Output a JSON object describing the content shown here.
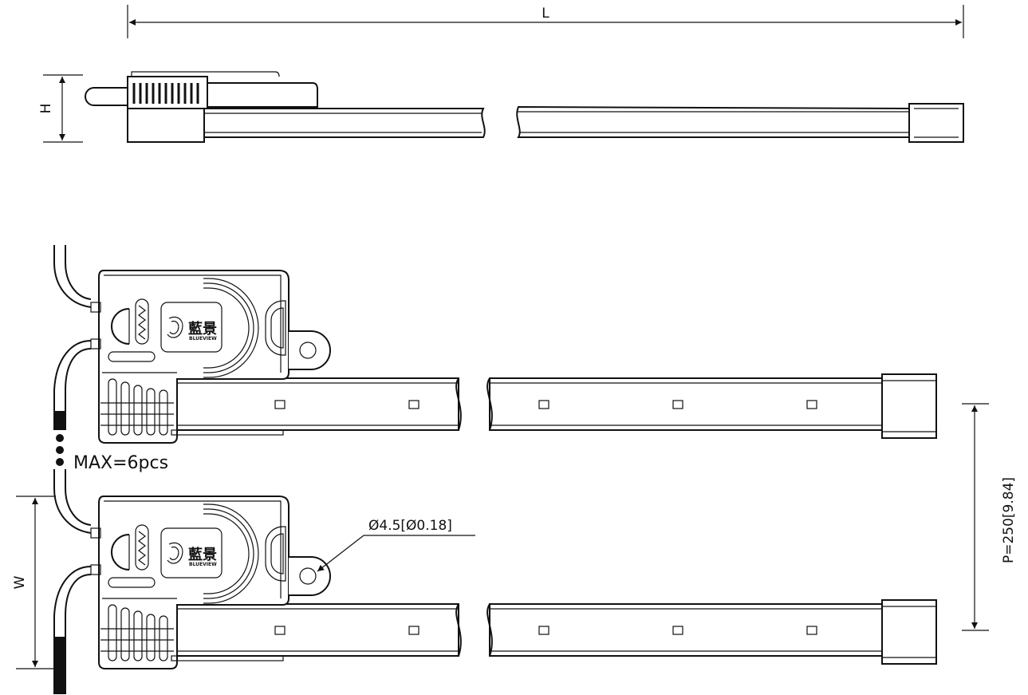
{
  "dimensions": {
    "length": "L",
    "height": "H",
    "width": "W",
    "pitch": "P=250[9.84]",
    "hole": "Ø4.5[Ø0.18]"
  },
  "note": {
    "max_count": "MAX=6pcs"
  },
  "logo": {
    "cjk": "藍景",
    "brand": "BLUEVIEW"
  },
  "colors": {
    "line": "#111111",
    "background": "#ffffff"
  }
}
